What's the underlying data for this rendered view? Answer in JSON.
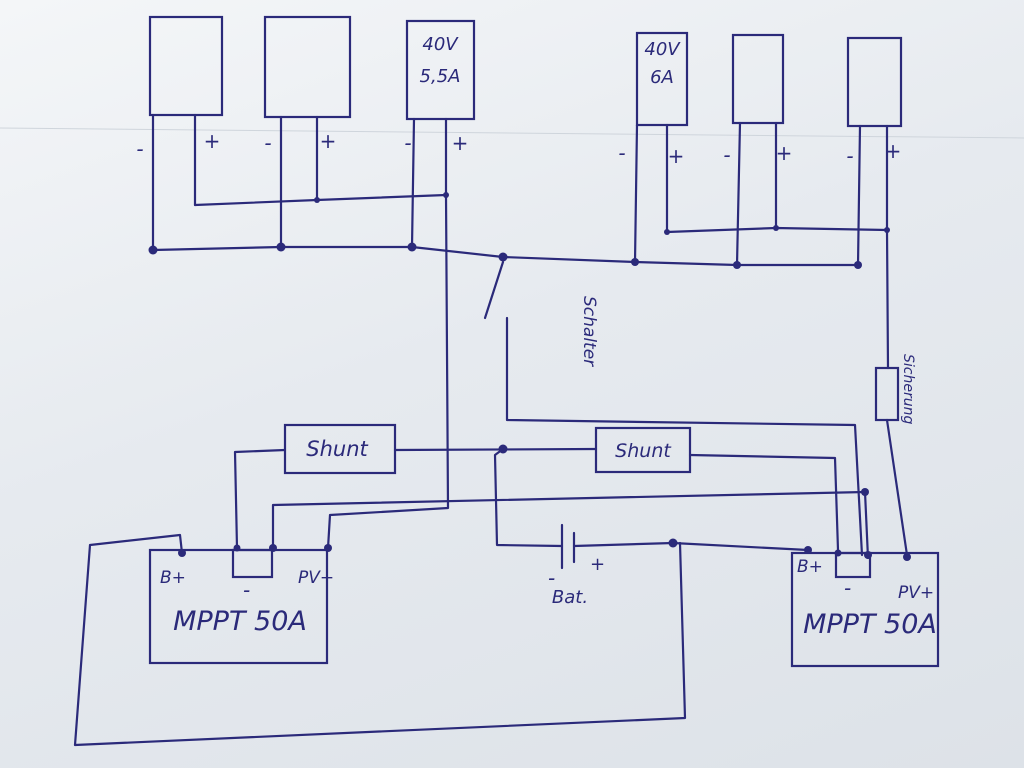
{
  "panels": [
    {
      "lines": [
        "",
        ""
      ]
    },
    {
      "lines": [
        "",
        ""
      ]
    },
    {
      "lines": [
        "40V",
        "5,5A"
      ]
    },
    {
      "lines": [
        "40V",
        "6A"
      ]
    },
    {
      "lines": [
        "",
        ""
      ]
    },
    {
      "lines": [
        "",
        ""
      ]
    }
  ],
  "polarity": {
    "minus": "-",
    "plus": "+"
  },
  "labels": {
    "switch": "Schalter",
    "fuse": "Sicherung",
    "shunt_left": "Shunt",
    "shunt_right": "Shunt",
    "battery": "Bat.",
    "battery_minus": "-",
    "battery_plus": "+"
  },
  "controllers": {
    "left": {
      "title": "MPPT 50A",
      "b_plus": "B+",
      "pv_plus": "PV+",
      "minus": "-"
    },
    "right": {
      "title": "MPPT 50A",
      "b_plus": "B+",
      "pv_plus": "PV+",
      "minus": "-"
    }
  },
  "colors": {
    "ink": "#2b2a7a",
    "paper": "#eef1f4"
  }
}
